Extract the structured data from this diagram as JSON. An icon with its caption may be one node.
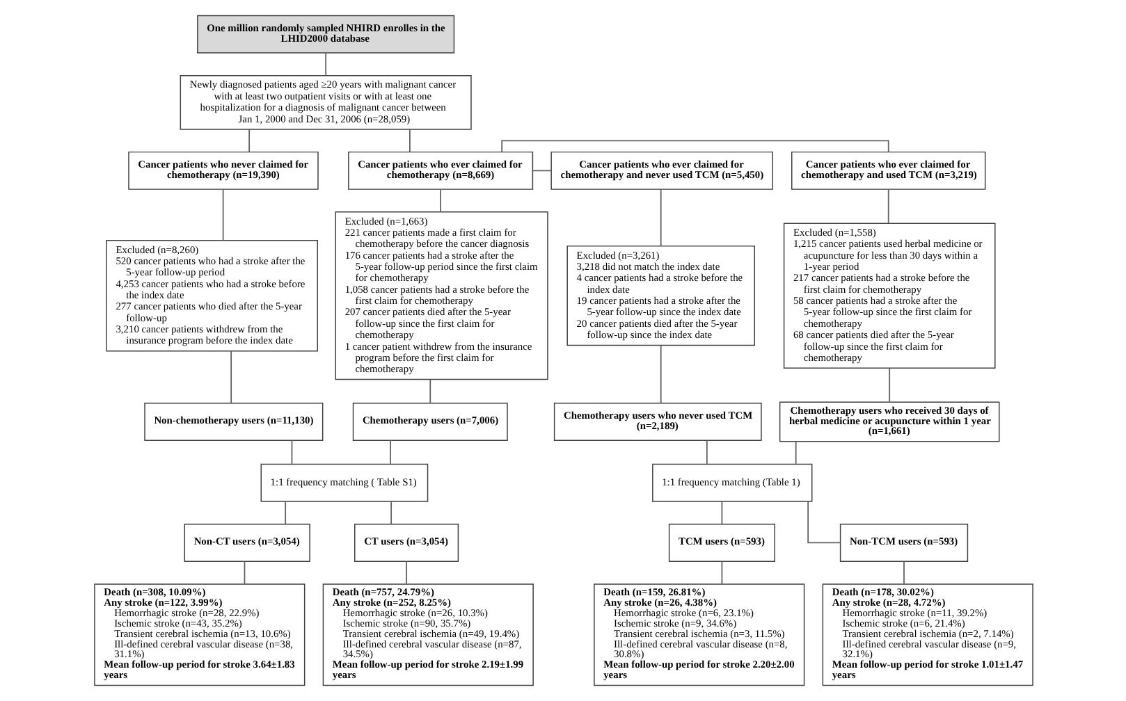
{
  "diagram": {
    "nodes": [
      {
        "text": [
          "One million randomly sampled NHIRD enrolles in the LHID2000 database"
        ]
      },
      {
        "text": [
          "Newly diagnosed patients aged ≥20 years with malignant cancer with at least two outpatient visits or with at least one hospitalization for a diagnosis of malignant cancer between Jan 1, 2000 and Dec 31, 2006 (n=28,059)"
        ]
      },
      {
        "text": [
          "Cancer patients who never claimed for chemotherapy (n=19,390)"
        ]
      },
      {
        "text": [
          "Cancer patients who ever claimed for chemotherapy (n=8,669)"
        ]
      },
      {
        "text": [
          "Cancer patients who ever claimed for chemotherapy and used TCM (n=3,219)"
        ]
      },
      {
        "text": [
          "Cancer patients who ever claimed for chemotherapy and never used TCM (n=5,450)"
        ]
      },
      {
        "text": [
          "Excluded (n=8,260)",
          "520 cancer patients who had a stroke after the 5-year follow-up period",
          "4,253 cancer patients who had a stroke before the index date",
          "277 cancer patients who died after the 5-year follow-up",
          "3,210 cancer patients withdrew from the insurance program before the index date"
        ]
      },
      {
        "text": [
          "Excluded (n=1,663)",
          "221 cancer patients made a first claim for chemotherapy before the cancer diagnosis",
          "176 cancer patients had a stroke after the 5-year follow-up period since the first claim for chemotherapy",
          "1,058 cancer patients had a stroke before the first claim for chemotherapy",
          "207 cancer patients died after the 5-year follow-up since the first claim for chemotherapy",
          "1 cancer patient withdrew from the insurance program before the first claim for chemotherapy"
        ]
      },
      {
        "text": [
          "Excluded (n=1,558)",
          "1,215 cancer patients used herbal medicine or acupuncture for less than 30 days within a 1-year period",
          "217 cancer patients had a stroke before the first claim for chemotherapy",
          "58 cancer patients had a stroke after the 5-year follow-up since the first claim for chemotherapy",
          "68 cancer patients died after the 5-year follow-up since the first claim for chemotherapy"
        ]
      },
      {
        "text": [
          "Excluded (n=3,261)",
          "3,218 did not match the index date",
          "4 cancer patients had a stroke before the index date",
          "19 cancer patients had a stroke after the 5-year follow-up since the index date",
          "20 cancer patients died after the 5-year follow-up since the index date"
        ]
      },
      {
        "text": [
          "Non-chemotherapy users (n=11,130)"
        ]
      },
      {
        "text": [
          "Chemotherapy users (n=7,006)"
        ]
      },
      {
        "text": [
          "Chemotherapy users who received 30 days of herbal medicine or acupuncture within 1 year (n=1,661)"
        ]
      },
      {
        "text": [
          "Chemotherapy users who never used TCM (n=2,189)"
        ]
      },
      {
        "text": [
          "1:1 frequency matching ( Table S1)"
        ]
      },
      {
        "text": [
          "1:1 frequency matching (Table 1)"
        ]
      },
      {
        "text": [
          "Non-CT users (n=3,054)"
        ]
      },
      {
        "text": [
          "CT users (n=3,054)"
        ]
      },
      {
        "text": [
          "TCM users (n=593)"
        ]
      },
      {
        "text": [
          "Non-TCM users (n=593)"
        ]
      },
      {
        "text": [
          "Death (n=308, 10.09%)",
          "Any stroke (n=122, 3.99%)",
          "Hemorrhagic stroke (n=28, 22.9%)",
          "Ischemic stroke (n=43, 35.2%)",
          "Transient cerebral ischemia (n=13, 10.6%)",
          "Ill-defined cerebral vascular disease (n=38, 31.1%)",
          "Mean follow-up period for stroke 3.64±1.83 years"
        ]
      },
      {
        "text": [
          "Death (n=757, 24.79%)",
          "Any stroke (n=252, 8.25%)",
          "Hemorrhagic stroke (n=26, 10.3%)",
          "Ischemic stroke (n=90, 35.7%)",
          "Transient cerebral ischemia (n=49, 19.4%)",
          "Ill-defined cerebral vascular disease (n=87, 34.5%)",
          "Mean follow-up period for stroke 2.19±1.99 years"
        ]
      },
      {
        "text": [
          "Death (n=159, 26.81%)",
          "Any stroke (n=26, 4.38%)",
          "Hemorrhagic stroke (n=6, 23.1%)",
          "Ischemic stroke (n=9, 34.6%)",
          "Transient cerebral ischemia (n=3, 11.5%)",
          "Ill-defined cerebral vascular disease (n=8, 30.8%)",
          "Mean follow-up period for stroke 2.20±2.00 years"
        ]
      },
      {
        "text": [
          "Death (n=178, 30.02%)",
          "Any stroke (n=28, 4.72%)",
          "Hemorrhagic stroke (n=11, 39.2%)",
          "Ischemic stroke (n=6, 21.4%)",
          "Transient cerebral ischemia (n=2, 7.14%)",
          "Ill-defined cerebral vascular disease (n=9, 32.1%)",
          "Mean follow-up period for stroke 1.01±1.47 years"
        ]
      }
    ],
    "edges": [
      {
        "from": 0,
        "to": 1,
        "arrow": "none"
      },
      {
        "from": 1,
        "to": 2,
        "arrow": "none"
      },
      {
        "from": 1,
        "to": 3,
        "arrow": "none"
      },
      {
        "from": 3,
        "to": 4,
        "arrow": "none"
      },
      {
        "from": 3,
        "to": 5,
        "arrow": "none"
      },
      {
        "from": 2,
        "to": 6,
        "arrow": "none"
      },
      {
        "from": 3,
        "to": 7,
        "arrow": "none"
      },
      {
        "from": 4,
        "to": 8,
        "arrow": "none"
      },
      {
        "from": 5,
        "to": 9,
        "arrow": "none"
      },
      {
        "from": 6,
        "to": 10,
        "arrow": "none"
      },
      {
        "from": 7,
        "to": 11,
        "arrow": "none"
      },
      {
        "from": 8,
        "to": 12,
        "arrow": "none"
      },
      {
        "from": 9,
        "to": 13,
        "arrow": "none"
      },
      {
        "from": 10,
        "to": 14,
        "arrow": "none"
      },
      {
        "from": 11,
        "to": 14,
        "arrow": "none"
      },
      {
        "from": 12,
        "to": 15,
        "arrow": "none"
      },
      {
        "from": 13,
        "to": 15,
        "arrow": "none"
      },
      {
        "from": 14,
        "to": 16,
        "arrow": "none"
      },
      {
        "from": 14,
        "to": 17,
        "arrow": "none"
      },
      {
        "from": 15,
        "to": 18,
        "arrow": "none"
      },
      {
        "from": 15,
        "to": 19,
        "arrow": "none"
      },
      {
        "from": 16,
        "to": 20,
        "arrow": "none"
      },
      {
        "from": 17,
        "to": 21,
        "arrow": "none"
      },
      {
        "from": 18,
        "to": 22,
        "arrow": "none"
      },
      {
        "from": 19,
        "to": 23,
        "arrow": "none"
      }
    ]
  }
}
